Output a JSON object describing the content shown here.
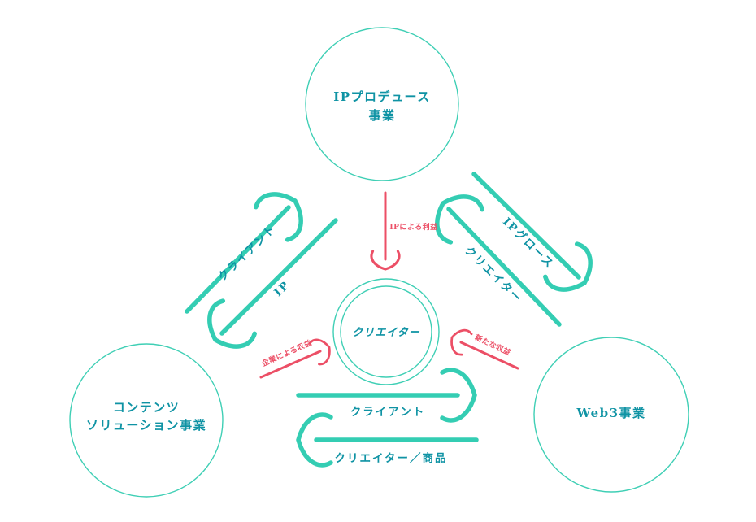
{
  "colors": {
    "teal_arrow": "#34cdb3",
    "teal_ring": "#3fcfb5",
    "teal_text": "#0f93a4",
    "red": "#ec4f66",
    "background": "#ffffff"
  },
  "nodes": {
    "ip_produce": {
      "line1": "IPプロデュース",
      "line2": "事業"
    },
    "content_solution": {
      "line1": "コンテンツ",
      "line2": "ソリューション事業"
    },
    "web3": {
      "label": "Web3事業"
    },
    "creator": {
      "label": "クリエイター"
    }
  },
  "edges": {
    "client_left": {
      "label": "クライアント"
    },
    "ip": {
      "label": "IP"
    },
    "ip_growth": {
      "label": "IPグロース"
    },
    "creator_right": {
      "label": "クリエイター"
    },
    "client_bottom": {
      "label": "クライアント"
    },
    "creator_product": {
      "label": "クリエイター／商品"
    },
    "profit_from_ip": {
      "label": "IPによる利益"
    },
    "revenue_from_companies": {
      "label": "企業による収益"
    },
    "new_revenue": {
      "label": "新たな収益"
    }
  }
}
